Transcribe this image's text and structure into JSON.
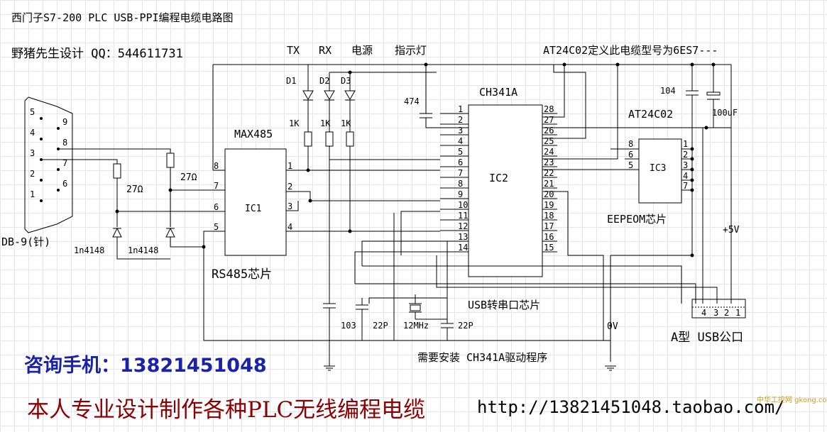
{
  "title": "西门子S7-200 PLC USB-PPI编程电缆电路图",
  "designer": "野猪先生设计 QQ：544611731",
  "top_labels": {
    "tx": "TX",
    "rx": "RX",
    "power": "电源",
    "indicator": "指示灯",
    "eeprom_note": "AT24C02定义此电缆型号为6ES7---"
  },
  "db9": {
    "label": "DB-9(针)",
    "pins": [
      "5",
      "4",
      "3",
      "2",
      "1",
      "9",
      "8",
      "7",
      "6"
    ]
  },
  "max485": {
    "name": "MAX485",
    "ic": "IC1",
    "caption": "RS485芯片",
    "left_pins": [
      "8",
      "7",
      "6",
      "5"
    ],
    "right_pins": [
      "1",
      "2",
      "3",
      "4"
    ]
  },
  "ch341": {
    "name": "CH341A",
    "ic": "IC2",
    "caption": "USB转串口芯片",
    "left_pins": [
      "1",
      "2",
      "3",
      "4",
      "5",
      "6",
      "7",
      "8",
      "9",
      "10",
      "11",
      "12",
      "13",
      "14"
    ],
    "right_pins": [
      "28",
      "27",
      "26",
      "25",
      "24",
      "23",
      "22",
      "21",
      "20",
      "19",
      "18",
      "17",
      "16",
      "15"
    ]
  },
  "at24": {
    "name": "AT24C02",
    "ic": "IC3",
    "caption": "EEPEOM芯片",
    "left_pins": [
      "8",
      "6",
      "5"
    ],
    "right_pins": [
      "1",
      "2",
      "3",
      "4",
      "7"
    ]
  },
  "components": {
    "d1": "D1",
    "d2": "D2",
    "d3": "D3",
    "r1k_a": "1K",
    "r1k_b": "1K",
    "r1k_c": "1K",
    "r27_a": "27Ω",
    "r27_b": "27Ω",
    "diode_a": "1n4148",
    "diode_b": "1n4148",
    "c474": "474",
    "c104": "104",
    "c100uf": "100uF",
    "c103": "103",
    "c22p_a": "22P",
    "c22p_b": "22P",
    "crystal": "12MHz",
    "plus5v": "+5V",
    "zero_v": "0V"
  },
  "usb": {
    "label": "A型 USB公口",
    "pins": [
      "4",
      "3",
      "2",
      "1"
    ]
  },
  "driver_note": "需要安装 CH341A驱动程序",
  "contact": "咨询手机：13821451048",
  "ad": "本人专业设计制作各种PLC无线编程电缆",
  "url": "http://13821451048.taobao.com/",
  "watermark": "中华工控网 gkong.com",
  "colors": {
    "contact": "#1a22a8",
    "ad": "#8b0000",
    "grid": "#e4e4f0"
  }
}
